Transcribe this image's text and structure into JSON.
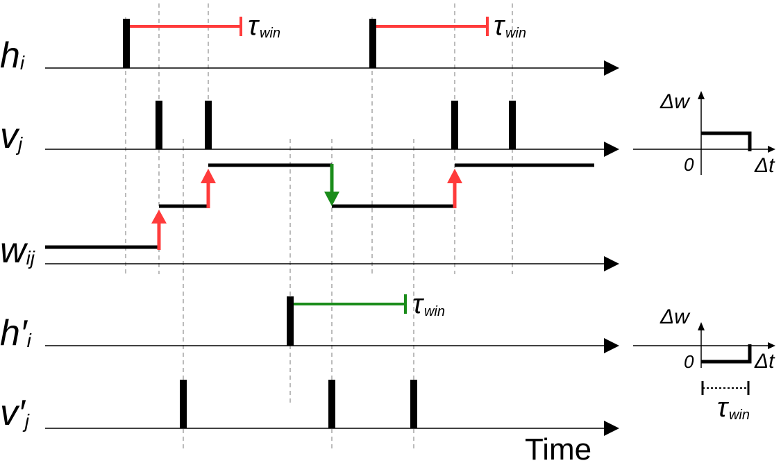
{
  "rows": {
    "h": {
      "symbol": "h",
      "prime": "",
      "subscript": "i"
    },
    "v": {
      "symbol": "v",
      "prime": "",
      "subscript": "j"
    },
    "w": {
      "symbol": "w",
      "prime": "",
      "subscript": "ij"
    },
    "hprime": {
      "symbol": "h",
      "prime": "′",
      "subscript": "i"
    },
    "vprime": {
      "symbol": "v",
      "prime": "′",
      "subscript": "j"
    }
  },
  "tau_symbol": "τ",
  "tau_subscript": "win",
  "time_label": "Time",
  "plots": {
    "delta_w": "Δw",
    "delta_t": "Δt",
    "zero": "0"
  },
  "colors": {
    "potentiation": "#ff3b3b",
    "depression": "#1a8c1a",
    "line": "#000000",
    "guide": "#777777"
  }
}
